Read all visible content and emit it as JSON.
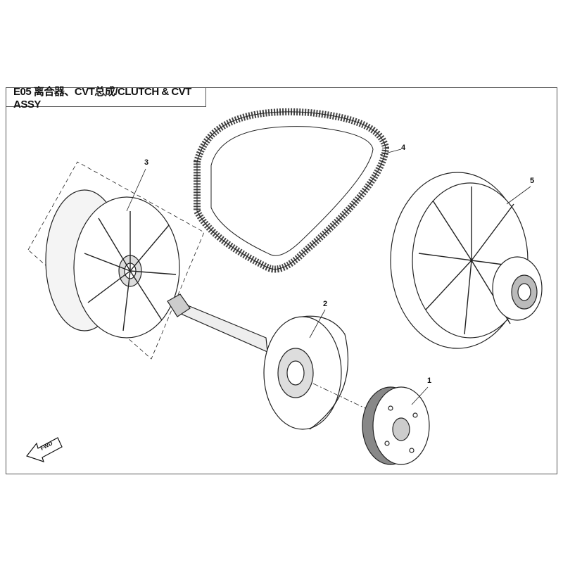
{
  "title": "E05 离合器、CVT总成/CLUTCH & CVT ASSY",
  "direction_label": "FWD",
  "callouts": [
    "1",
    "2",
    "3",
    "4",
    "5"
  ],
  "parts": [
    {
      "ref": "1",
      "name": "clutch-shoe-assembly"
    },
    {
      "ref": "2",
      "name": "clutch-drum-shaft"
    },
    {
      "ref": "3",
      "name": "drive-pulley-assembly"
    },
    {
      "ref": "4",
      "name": "drive-belt"
    },
    {
      "ref": "5",
      "name": "driven-pulley-assembly"
    }
  ]
}
